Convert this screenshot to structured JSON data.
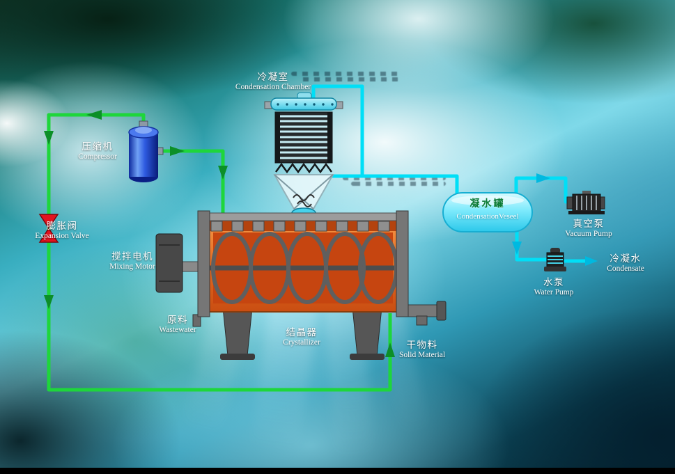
{
  "colors": {
    "pipe_green": "#1ed63b",
    "pipe_green_dark": "#0c8f28",
    "pipe_cyan": "#00dff7",
    "pipe_cyan_dark": "#00b9e0",
    "valve_red": "#e3131f"
  },
  "labels": {
    "condensation_chamber": {
      "zh": "冷凝室",
      "en": "Condensation Chamber"
    },
    "compressor": {
      "zh": "压缩机",
      "en": "Compressor"
    },
    "expansion_valve": {
      "zh": "膨胀阀",
      "en": "Expansion Valve"
    },
    "mixing_motor": {
      "zh": "搅拌电机",
      "en": "Mixing Motor"
    },
    "wastewater": {
      "zh": "原料",
      "en": "Wastewater"
    },
    "crystallizer": {
      "zh": "结晶器",
      "en": "Crystallizer"
    },
    "solid_material": {
      "zh": "干物料",
      "en": "Solid Material"
    },
    "condensation_vessel": {
      "zh": "凝水罐",
      "en": "CondensationVeseel"
    },
    "vacuum_pump": {
      "zh": "真空泵",
      "en": "Vacuum Pump"
    },
    "water_pump": {
      "zh": "水泵",
      "en": "Water Pump"
    },
    "condensate": {
      "zh": "冷凝水",
      "en": "Condensate"
    }
  }
}
